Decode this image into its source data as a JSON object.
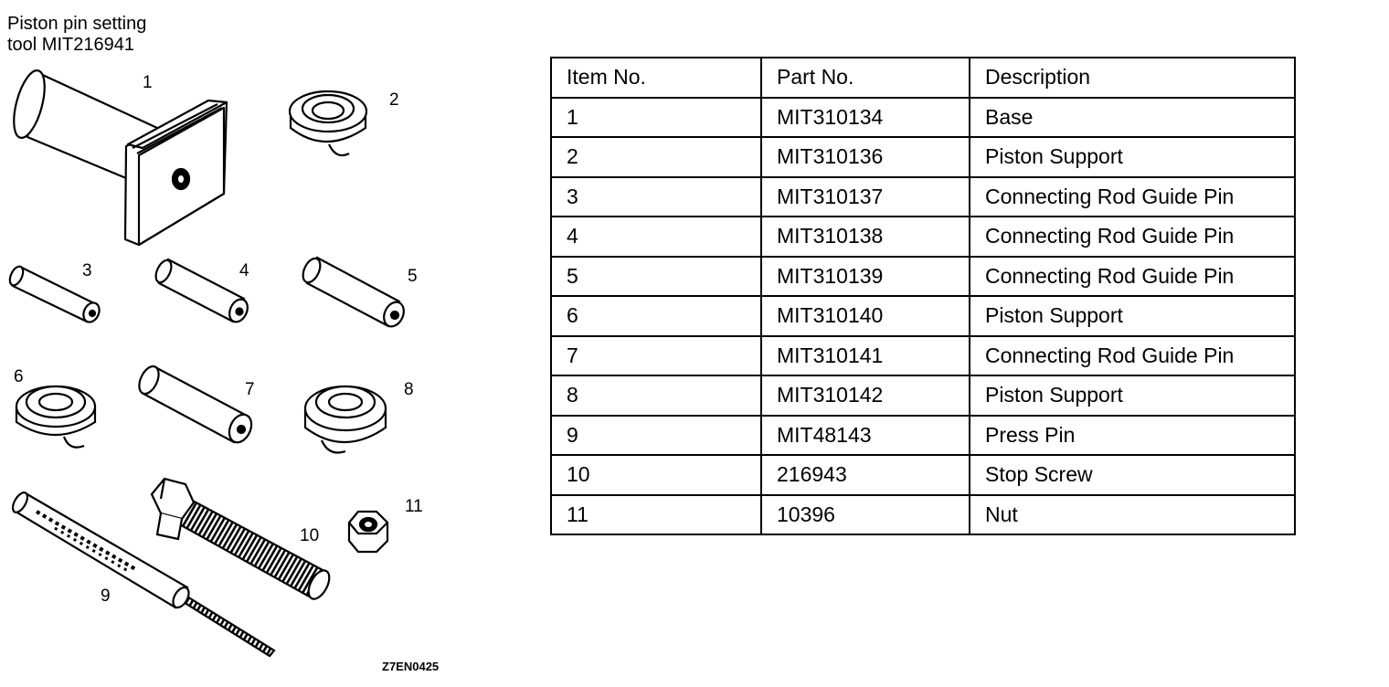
{
  "tool_title_line1": "Piston pin setting",
  "tool_title_line2": "tool MIT216941",
  "figure_code": "Z7EN0425",
  "callouts": [
    "1",
    "2",
    "3",
    "4",
    "5",
    "6",
    "7",
    "8",
    "9",
    "10",
    "11"
  ],
  "table": {
    "headers": [
      "Item No.",
      "Part No.",
      "Description"
    ],
    "rows": [
      [
        "1",
        "MIT310134",
        "Base"
      ],
      [
        "2",
        "MIT310136",
        "Piston Support"
      ],
      [
        "3",
        "MIT310137",
        "Connecting Rod Guide Pin"
      ],
      [
        "4",
        "MIT310138",
        "Connecting Rod Guide Pin"
      ],
      [
        "5",
        "MIT310139",
        "Connecting Rod Guide Pin"
      ],
      [
        "6",
        "MIT310140",
        "Piston Support"
      ],
      [
        "7",
        "MIT310141",
        "Connecting Rod Guide Pin"
      ],
      [
        "8",
        "MIT310142",
        "Piston Support"
      ],
      [
        "9",
        "MIT48143",
        "Press Pin"
      ],
      [
        "10",
        "216943",
        "Stop Screw"
      ],
      [
        "11",
        "10396",
        "Nut"
      ]
    ]
  }
}
